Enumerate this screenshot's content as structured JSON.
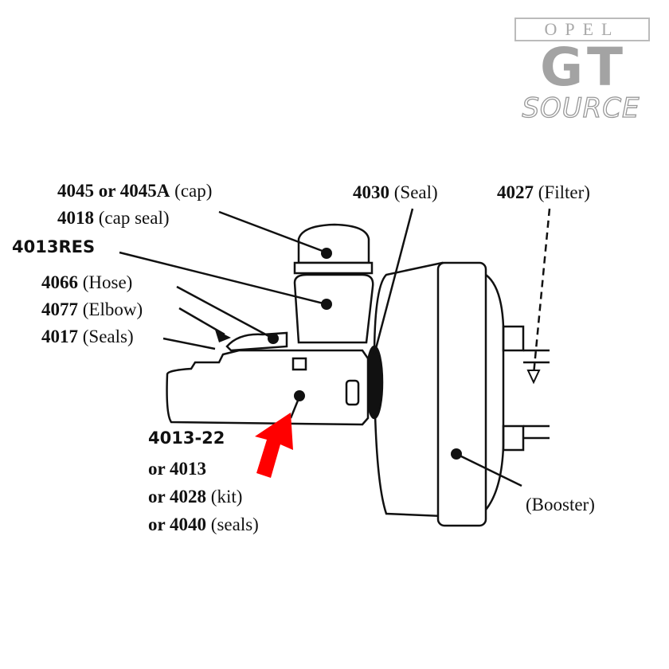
{
  "logo": {
    "line1": "OPEL",
    "line2": "GT",
    "line3": "SOURCE"
  },
  "labels": {
    "cap": {
      "num": "4045 or 4045A",
      "text": "(cap)"
    },
    "cap_seal": {
      "num": "4018",
      "text": "(cap seal)"
    },
    "reservoir": {
      "num": "4013RES"
    },
    "hose": {
      "num": "4066",
      "text": "(Hose)"
    },
    "elbow": {
      "num": "4077",
      "text": "(Elbow)"
    },
    "seals": {
      "num": "4017",
      "text": "(Seals)"
    },
    "seal": {
      "num": "4030",
      "text": "(Seal)"
    },
    "filter": {
      "num": "4027",
      "text": "(Filter)"
    },
    "master_cyl": {
      "num": "4013-22"
    },
    "alt1": {
      "num": "or 4013"
    },
    "alt2": {
      "num": "or 4028",
      "text": "(kit)"
    },
    "alt3": {
      "num": "or 4040",
      "text": "(seals)"
    },
    "booster": {
      "text": "(Booster)"
    }
  },
  "colors": {
    "arrow": "#ff0000",
    "logo": "#a3a3a3"
  }
}
